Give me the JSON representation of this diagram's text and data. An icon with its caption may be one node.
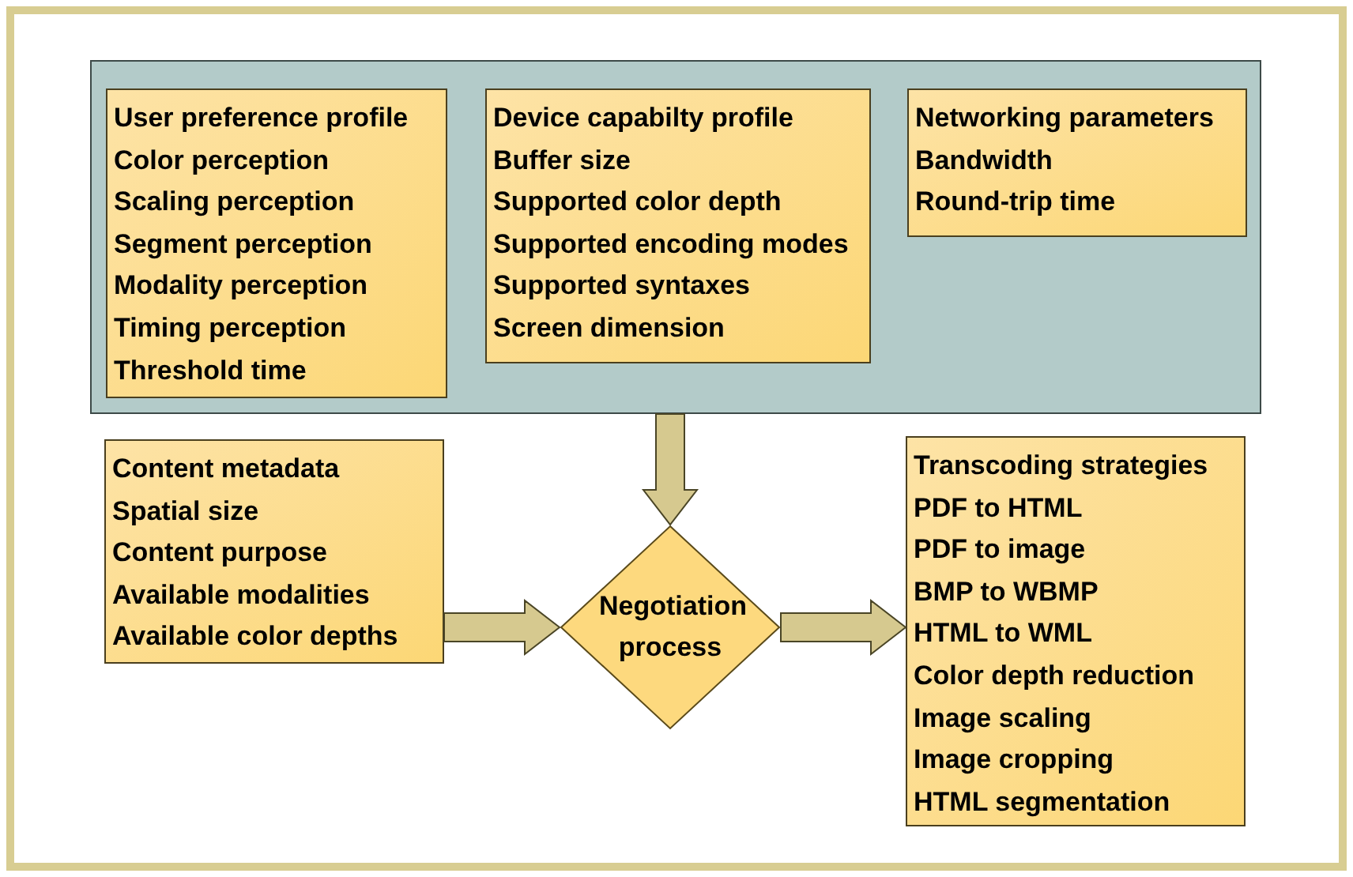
{
  "diagram": {
    "nodes": [
      {
        "text": [],
        "shape": "box"
      },
      {
        "text": [
          "User preference profile",
          "Color perception",
          "Scaling perception",
          "Segment perception",
          "Modality perception",
          "Timing perception",
          "Threshold time"
        ],
        "in": 0
      },
      {
        "text": [
          "Device capabilty profile",
          "Buffer size",
          "Supported color depth",
          "Supported encoding modes",
          "Supported syntaxes",
          "Screen dimension"
        ],
        "in": 0
      },
      {
        "text": [
          "Networking parameters",
          "Bandwidth",
          "Round-trip time"
        ],
        "in": 0
      },
      {
        "text": [
          "Content metadata",
          "Spatial size",
          "Content purpose",
          "Available modalities",
          "Available color depths"
        ]
      },
      {
        "text": [
          "Negotiation process"
        ]
      },
      {
        "text": [
          "Transcoding strategies",
          "PDF to HTML",
          "PDF to image",
          "BMP to WBMP",
          "HTML to WML",
          "Color depth reduction",
          "Image scaling",
          "Image cropping",
          "HTML segmentation"
        ]
      }
    ],
    "edges": [
      {
        "from": 0,
        "to": 5,
        "arrow": "to"
      },
      {
        "from": 4,
        "to": 5,
        "arrow": "to"
      },
      {
        "from": 5,
        "to": 6,
        "arrow": "to"
      }
    ]
  }
}
